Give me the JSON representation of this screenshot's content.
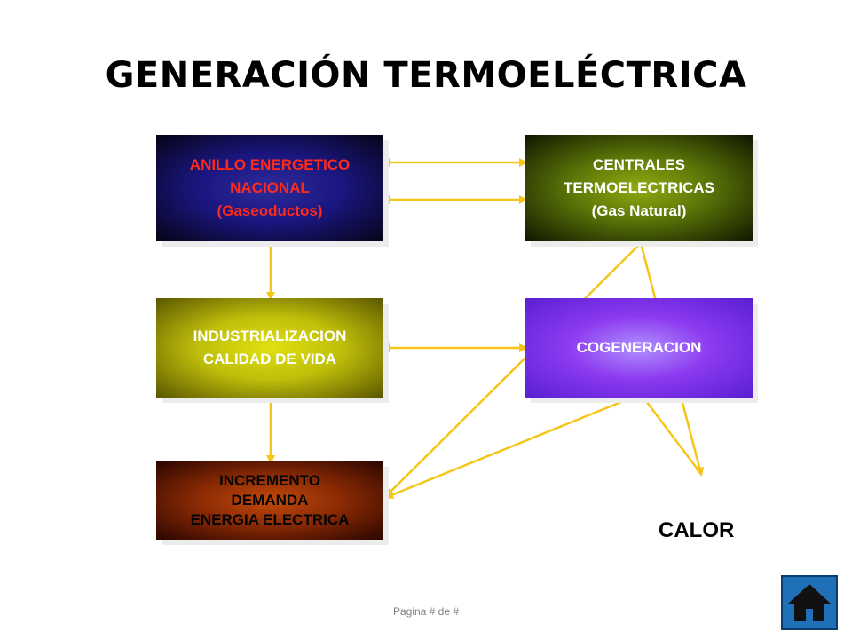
{
  "title": "GENERACIÓN TERMOELÉCTRICA",
  "nodes": {
    "anillo": "ANILLO ENERGETICO\nNACIONAL\n(Gaseoductos)",
    "centrales": "CENTRALES\nTERMOELECTRICAS\n(Gas Natural)",
    "industrializacion": "INDUSTRIALIZACION\nCALIDAD DE VIDA",
    "cogeneracion": "COGENERACION",
    "incremento": "INCREMENTO\nDEMANDA\nENERGIA ELECTRICA"
  },
  "calor_label": "CALOR",
  "footer": "Pagina # de #",
  "home_icon": "home-icon",
  "colors": {
    "arrow": "#f5c518",
    "anillo_text": "#ff2a1a",
    "home_button": "#2070b8"
  }
}
